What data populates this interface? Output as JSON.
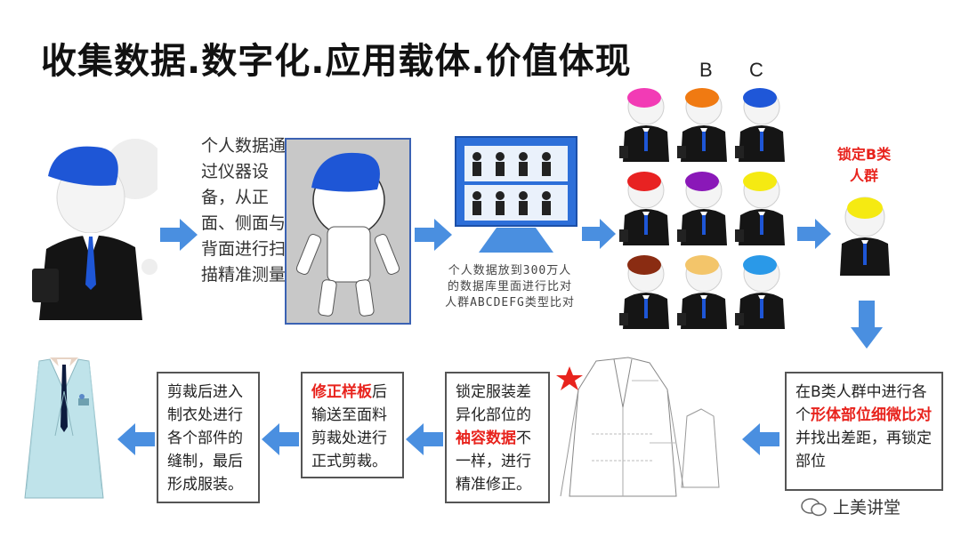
{
  "title": "收集数据.数字化.应用载体.价值体现",
  "group_labels": [
    "B",
    "C"
  ],
  "step_collect_text": "个人数据通过仪器设备，从正面、侧面与背面进行扫描精准测量",
  "step_database_caption": "个人数据放到300万人的数据库里面进行比对人群ABCDEFG类型比对",
  "step_lock_label": "锁定B类人群",
  "box_compare": {
    "parts": [
      {
        "text": "在B类人群中进行各个",
        "red": false
      },
      {
        "text": "形体部位细微比对",
        "red": true
      },
      {
        "text": "并找出差距，再锁定部位",
        "red": false
      }
    ]
  },
  "box_differ": {
    "parts": [
      {
        "text": "锁定服装差异化部位的",
        "red": false
      },
      {
        "text": "袖容数据",
        "red": true
      },
      {
        "text": "不一样，进行精准修正。",
        "red": false
      }
    ]
  },
  "box_revise": {
    "parts": [
      {
        "text": "修正样板",
        "red": true
      },
      {
        "text": "后输送至面料剪裁处进行正式剪裁。",
        "red": false
      }
    ]
  },
  "box_sew": {
    "parts": [
      {
        "text": "剪裁后进入制衣处进行各个部件的缝制，最后形成服装。",
        "red": false
      }
    ]
  },
  "watermark": "上美讲堂",
  "colors": {
    "accent_blue": "#1e56d6",
    "arrow_blue": "#4a8fe0",
    "highlight_red": "#e8231d",
    "scan_gray": "#c8c8c8",
    "scan_border": "#3b62b3",
    "monitor_blue": "#2d6fd9"
  },
  "head_colors": [
    "#f23bb5",
    "#f07a12",
    "#1f57d8",
    "#e82222",
    "#8a18b8",
    "#f5ea12",
    "#8a2c12",
    "#f3c56a",
    "#2a99e8",
    "#f5ea12"
  ]
}
